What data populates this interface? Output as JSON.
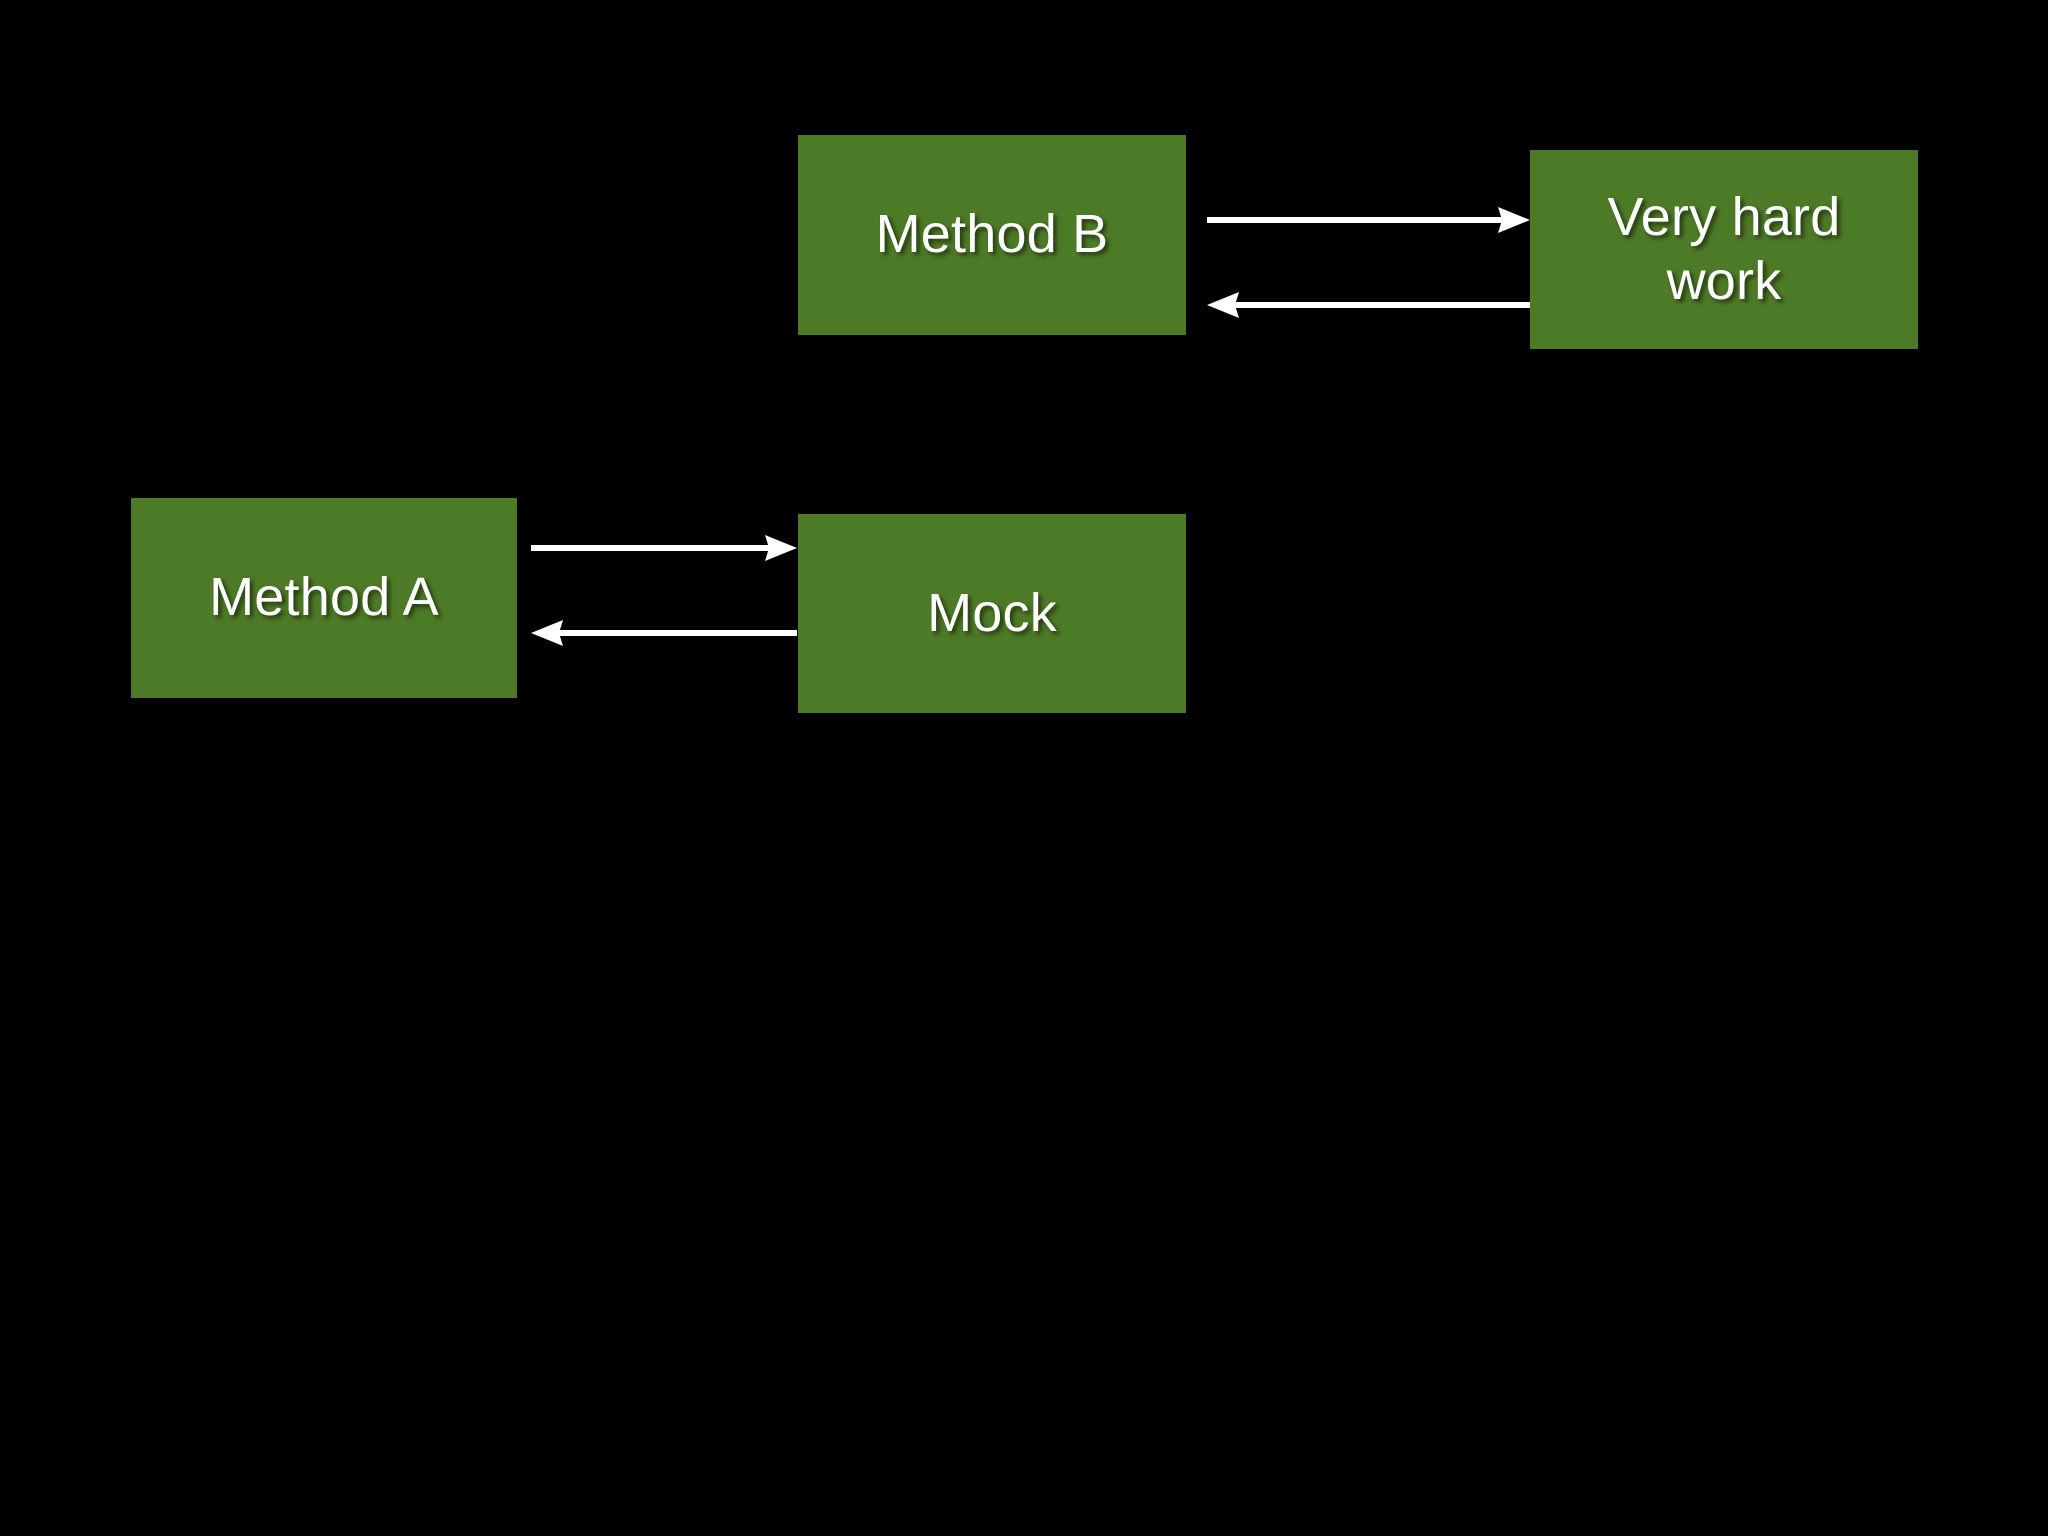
{
  "slide": {
    "background_color": "#000000",
    "node_fill_color": "#4D7A26",
    "node_text_color": "#FFFFFF",
    "arrow_color": "#FFFFFF"
  },
  "diagram": {
    "nodes": [
      {
        "id": "method-b",
        "label": "Method B"
      },
      {
        "id": "very-hard-work",
        "label": "Very hard\nwork"
      },
      {
        "id": "method-a",
        "label": "Method A"
      },
      {
        "id": "mock",
        "label": "Mock"
      }
    ],
    "connections": [
      {
        "id": "method-b-to-very-hard-work",
        "from": "Method B",
        "to": "Very hard work",
        "direction": "right"
      },
      {
        "id": "very-hard-work-to-method-b",
        "from": "Very hard work",
        "to": "Method B",
        "direction": "left"
      },
      {
        "id": "method-a-to-mock",
        "from": "Method A",
        "to": "Mock",
        "direction": "right"
      },
      {
        "id": "mock-to-method-a",
        "from": "Mock",
        "to": "Method A",
        "direction": "left"
      }
    ]
  }
}
